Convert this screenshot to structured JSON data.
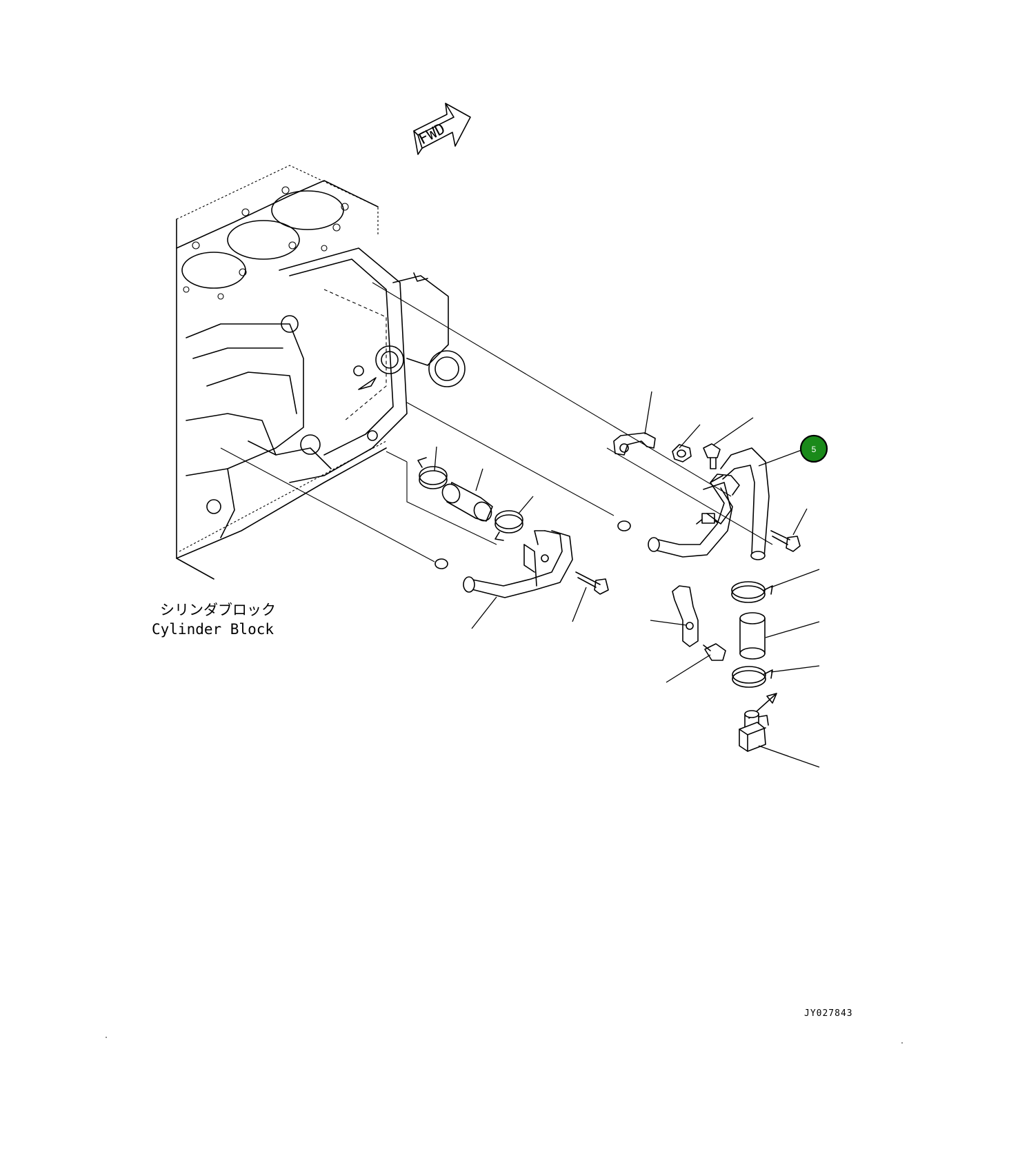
{
  "diagram": {
    "direction_marker": "FWD",
    "block_label_ja": "シリンダブロック",
    "block_label_en": "Cylinder Block",
    "callout_number": "5",
    "callout_color": "#1a8a1a",
    "drawing_number": "JY027843"
  }
}
